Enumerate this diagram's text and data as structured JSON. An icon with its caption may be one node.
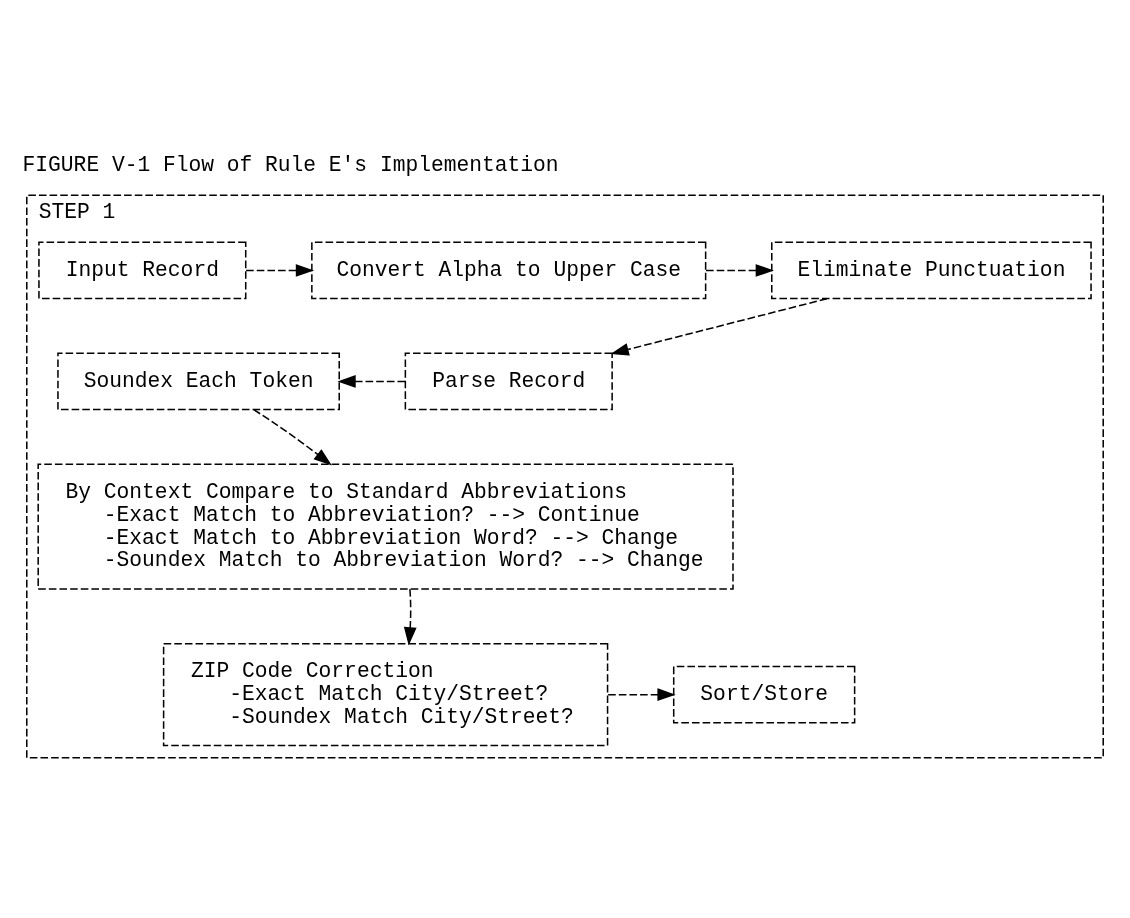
{
  "diagram": {
    "title": "FIGURE V-1 Flow of Rule E's Implementation",
    "nodes": [
      {
        "text": [
          "STEP 1"
        ]
      },
      {
        "text": [
          "Input Record"
        ],
        "in": 0
      },
      {
        "text": [
          "Convert Alpha to Upper Case"
        ],
        "in": 0
      },
      {
        "text": [
          "Eliminate Punctuation"
        ],
        "in": 0
      },
      {
        "text": [
          "Soundex Each Token"
        ],
        "in": 0
      },
      {
        "text": [
          "Parse Record"
        ],
        "in": 0
      },
      {
        "text": [
          "By Context Compare to Standard Abbreviations",
          "-Exact Match to Abbreviation? --> Continue",
          "-Exact Match to Abbreviation Word? --> Change",
          "-Soundex Match to Abbreviation Word? --> Change"
        ],
        "in": 0
      },
      {
        "text": [
          "ZIP Code Correction",
          "-Exact Match City/Street?",
          "-Soundex Match City/Street?"
        ],
        "in": 0
      },
      {
        "text": [
          "Sort/Store"
        ],
        "in": 0
      }
    ],
    "edges": [
      {
        "from": 1,
        "to": 2,
        "arrow": "to",
        "style": "dashed"
      },
      {
        "from": 2,
        "to": 3,
        "arrow": "to",
        "style": "dashed"
      },
      {
        "from": 3,
        "to": 5,
        "arrow": "to",
        "style": "dashed"
      },
      {
        "from": 5,
        "to": 4,
        "arrow": "to",
        "style": "dashed"
      },
      {
        "from": 4,
        "to": 6,
        "arrow": "to",
        "style": "dashed"
      },
      {
        "from": 6,
        "to": 7,
        "arrow": "to",
        "style": "dashed"
      },
      {
        "from": 7,
        "to": 8,
        "arrow": "to",
        "style": "dashed"
      }
    ]
  }
}
